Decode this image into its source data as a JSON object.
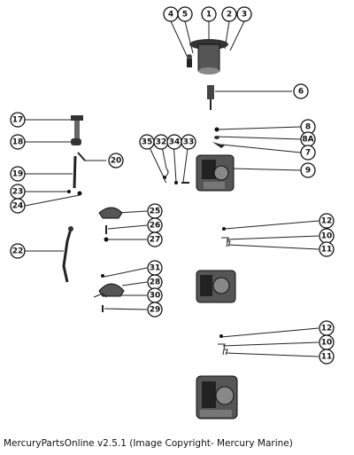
{
  "caption": "MercuryPartsOnline v2.5.1 (Image Copyright- Mercury Marine)",
  "callouts": [
    "1",
    "2",
    "3",
    "4",
    "5",
    "6",
    "7",
    "8",
    "8A",
    "9",
    "10",
    "11",
    "12",
    "17",
    "18",
    "19",
    "20",
    "22",
    "23",
    "24",
    "25",
    "26",
    "27",
    "28",
    "29",
    "30",
    "31",
    "32",
    "33",
    "34",
    "35"
  ],
  "parts": [
    "carburetor-cover-part",
    "carburetor-upper-part",
    "carburetor-middle-part",
    "carburetor-lower-part",
    "throttle-shaft-part",
    "spring-part",
    "linkage-rod-part",
    "fuel-tube-part",
    "float-part",
    "float-arm-part"
  ]
}
